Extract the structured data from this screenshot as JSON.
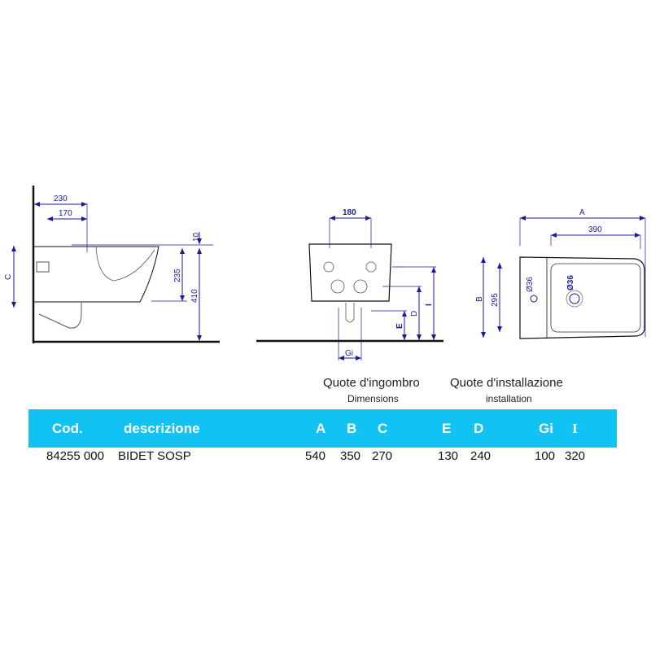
{
  "colors": {
    "band": "#12c2f2",
    "dimension": "#1a1a9a",
    "outline": "#111111"
  },
  "side_view": {
    "dims": {
      "d230": "230",
      "d170": "170",
      "d10": "10",
      "d235": "235",
      "d410": "410",
      "c": "C"
    }
  },
  "front_view": {
    "dims": {
      "d180": "180",
      "e": "E",
      "d": "D",
      "i": "I",
      "gi": "Gi"
    }
  },
  "top_view": {
    "dims": {
      "a": "A",
      "d390": "390",
      "b": "B",
      "d295": "295",
      "hole1": "Ø36",
      "hole2": "Ø36"
    }
  },
  "table": {
    "group_dimensions": {
      "title": "Quote d'ingombro",
      "subtitle": "Dimensions"
    },
    "group_installation": {
      "title": "Quote d'installazione",
      "subtitle": "installation"
    },
    "headers": {
      "cod": "Cod.",
      "descrizione": "descrizione",
      "a": "A",
      "b": "B",
      "c": "C",
      "e": "E",
      "d": "D",
      "gi": "Gi",
      "i": "I"
    },
    "rows": [
      {
        "cod": "84255 000",
        "descrizione": "BIDET SOSP",
        "a": "540",
        "b": "350",
        "c": "270",
        "e": "130",
        "d": "240",
        "gi": "100",
        "i": "320"
      }
    ]
  }
}
